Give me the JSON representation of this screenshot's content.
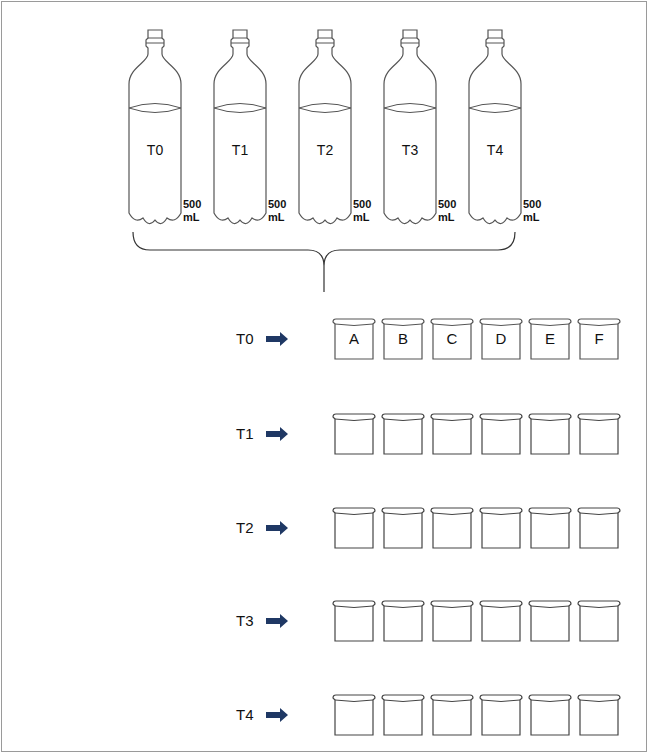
{
  "diagram": {
    "nodes": [
      {
        "text": [
          "T0",
          "500 mL"
        ]
      },
      {
        "text": [
          "T1",
          "500 mL"
        ]
      },
      {
        "text": [
          "T2",
          "500 mL"
        ]
      },
      {
        "text": [
          "T3",
          "500 mL"
        ]
      },
      {
        "text": [
          "T4",
          "500 mL"
        ]
      },
      {
        "text": [
          "A"
        ]
      },
      {
        "text": [
          "B"
        ]
      },
      {
        "text": [
          "C"
        ]
      },
      {
        "text": [
          "D"
        ]
      },
      {
        "text": [
          "E"
        ]
      },
      {
        "text": [
          "F"
        ]
      }
    ],
    "labels": [
      "T0",
      "T1",
      "T2",
      "T3",
      "T4"
    ]
  }
}
